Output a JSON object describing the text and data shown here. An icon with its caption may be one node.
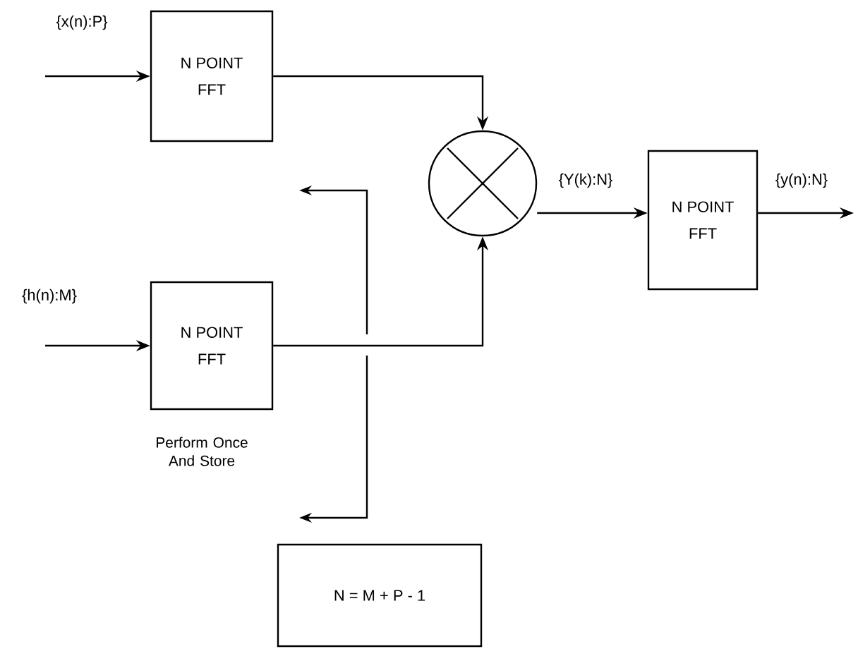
{
  "diagram": {
    "nodes": [
      {
        "text": [
          "N POINT",
          "FFT"
        ]
      },
      {
        "text": [
          "N POINT",
          "FFT"
        ]
      },
      {
        "text": [],
        "shape": "circle"
      },
      {
        "text": [
          "N POINT",
          "FFT"
        ]
      },
      {
        "text": [
          "N = M + P - 1"
        ]
      }
    ],
    "edges": [
      {
        "from": null,
        "to": 0,
        "arrow": "to",
        "label": "{x(n):P}"
      },
      {
        "from": null,
        "to": 1,
        "arrow": "to",
        "label": "{h(n):M}"
      },
      {
        "from": 0,
        "to": 2,
        "arrow": "to"
      },
      {
        "from": 1,
        "to": 2,
        "arrow": "to"
      },
      {
        "from": 2,
        "to": 3,
        "arrow": "to",
        "label": "{Y(k):N}"
      },
      {
        "from": 3,
        "to": null,
        "arrow": "to",
        "label": "{y(n):N}"
      }
    ],
    "labels": [
      "Perform Once And Store"
    ]
  }
}
